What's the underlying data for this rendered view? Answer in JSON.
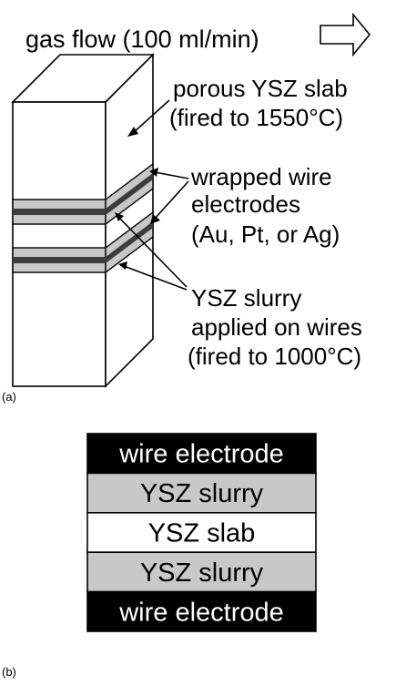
{
  "panel_a": {
    "gas_flow_label": "gas flow (100 ml/min)",
    "slab_label_line1": "porous YSZ slab",
    "slab_label_line2": "(fired to 1550°C)",
    "electrode_label_line1": "wrapped wire",
    "electrode_label_line2": "electrodes",
    "electrode_label_line3": "(Au, Pt, or Ag)",
    "slurry_label_line1": "YSZ slurry",
    "slurry_label_line2": "applied on wires",
    "slurry_label_line3": "(fired to 1000°C)",
    "panel_label": "(a)"
  },
  "panel_b": {
    "layers": [
      {
        "label": "wire electrode",
        "fill": "#000000",
        "text_color": "#ffffff"
      },
      {
        "label": "YSZ slurry",
        "fill": "#c8c8c8",
        "text_color": "#000000"
      },
      {
        "label": "YSZ slab",
        "fill": "#ffffff",
        "text_color": "#000000"
      },
      {
        "label": "YSZ slurry",
        "fill": "#c8c8c8",
        "text_color": "#000000"
      },
      {
        "label": "wire electrode",
        "fill": "#000000",
        "text_color": "#ffffff"
      }
    ],
    "panel_label": "(b)"
  },
  "colors": {
    "slurry_gray": "#c8c8c8",
    "wire_dark": "#3c3c3c",
    "outline": "#000000"
  }
}
